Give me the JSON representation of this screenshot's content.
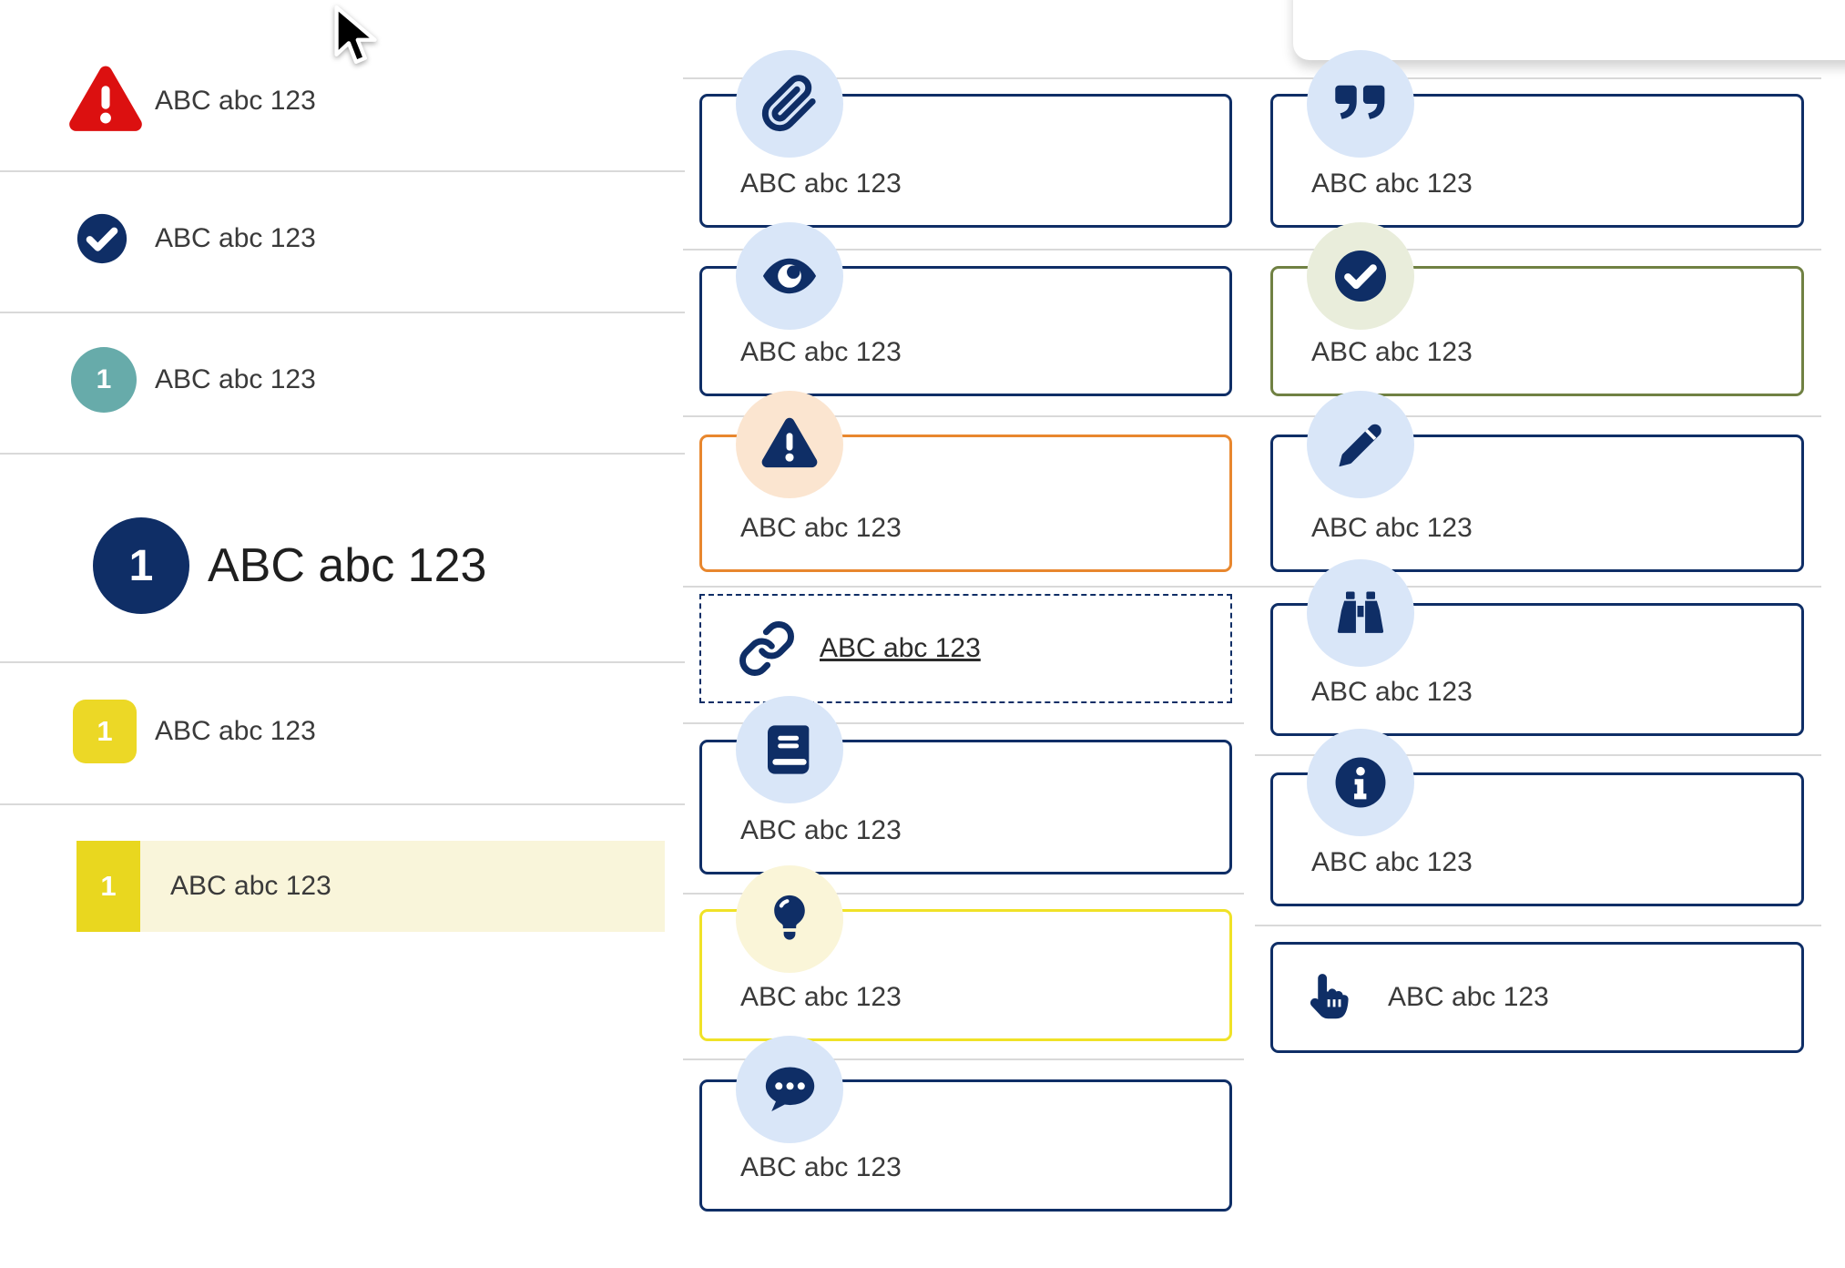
{
  "left_panel": {
    "items": [
      {
        "label": "ABC abc 123",
        "icon": "alert-triangle-icon"
      },
      {
        "label": "ABC abc 123",
        "icon": "check-circle-icon"
      },
      {
        "label": "ABC abc 123",
        "badge": "1"
      },
      {
        "label": "ABC abc 123",
        "badge": "1"
      },
      {
        "label": "ABC abc 123",
        "badge": "1"
      },
      {
        "label": "ABC abc 123",
        "badge": "1"
      }
    ]
  },
  "cards": {
    "left_column": [
      {
        "icon": "paperclip-icon",
        "label": "ABC abc 123",
        "style": "navy"
      },
      {
        "icon": "eye-icon",
        "label": "ABC abc 123",
        "style": "navy"
      },
      {
        "icon": "warning-triangle-icon",
        "label": "ABC abc 123",
        "style": "orange"
      },
      {
        "icon": "link-icon",
        "label": "ABC abc 123",
        "style": "dashed-link"
      },
      {
        "icon": "book-icon",
        "label": "ABC abc 123",
        "style": "navy"
      },
      {
        "icon": "lightbulb-icon",
        "label": "ABC abc 123",
        "style": "yellow"
      },
      {
        "icon": "chat-icon",
        "label": "ABC abc 123",
        "style": "navy"
      }
    ],
    "right_column": [
      {
        "icon": "quote-icon",
        "label": "ABC abc 123",
        "style": "navy"
      },
      {
        "icon": "check-circle-icon",
        "label": "ABC abc 123",
        "style": "green"
      },
      {
        "icon": "pencil-icon",
        "label": "ABC abc 123",
        "style": "navy"
      },
      {
        "icon": "binoculars-icon",
        "label": "ABC abc 123",
        "style": "navy"
      },
      {
        "icon": "info-circle-icon",
        "label": "ABC abc 123",
        "style": "navy"
      },
      {
        "icon": "hand-point-icon",
        "label": "ABC abc 123",
        "style": "navy-inline"
      }
    ]
  },
  "colors": {
    "navy": "#0f2e66",
    "light_blue": "#d9e6f8",
    "orange": "#e8872e",
    "peach": "#fbe5d0",
    "olive": "#708143",
    "pale_green": "#e9eddb",
    "yellow_border": "#f0e227",
    "pale_yellow_circle": "#faf5d8",
    "badge_yellow": "#ecd826",
    "highlight_badge_yellow": "#e9d71f",
    "highlight_row_bg": "#f9f5da",
    "teal": "#67abaa",
    "red": "#dc1010",
    "divider": "#d9d9d9",
    "text": "#3a3a3a",
    "heading_text": "#1f1f1f"
  }
}
